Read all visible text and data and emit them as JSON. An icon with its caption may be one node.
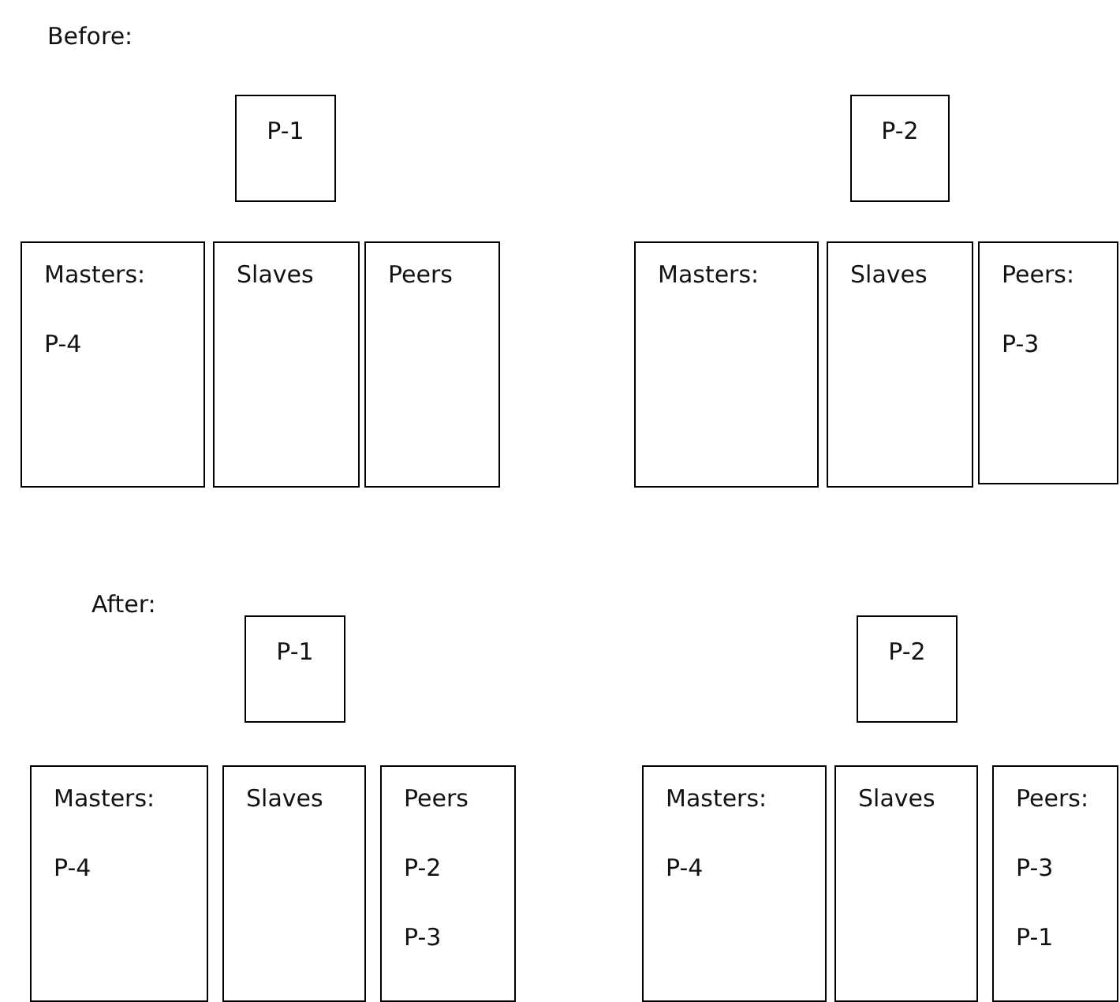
{
  "diagram": {
    "nodes": [
      {
        "text": [
          "P-1"
        ]
      },
      {
        "text": [
          "Masters:",
          "P-4"
        ]
      },
      {
        "text": [
          "Slaves"
        ]
      },
      {
        "text": [
          "Peers"
        ]
      },
      {
        "text": [
          "P-2"
        ]
      },
      {
        "text": [
          "Masters:"
        ]
      },
      {
        "text": [
          "Slaves"
        ]
      },
      {
        "text": [
          "Peers:",
          "P-3"
        ]
      },
      {
        "text": [
          "P-1"
        ]
      },
      {
        "text": [
          "Masters:",
          "P-4"
        ]
      },
      {
        "text": [
          "Slaves"
        ]
      },
      {
        "text": [
          "Peers",
          "P-2",
          "P-3"
        ]
      },
      {
        "text": [
          "P-2"
        ]
      },
      {
        "text": [
          "Masters:",
          "P-4"
        ]
      },
      {
        "text": [
          "Slaves"
        ]
      },
      {
        "text": [
          "Peers:",
          "P-3",
          "P-1"
        ]
      }
    ],
    "labels": [
      "Before:",
      "After:"
    ]
  }
}
